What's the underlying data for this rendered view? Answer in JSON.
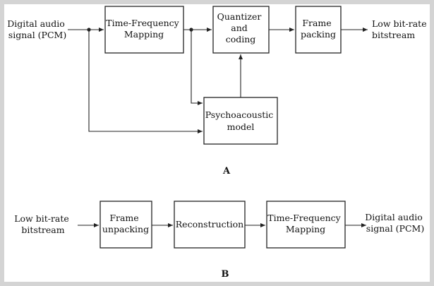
{
  "diagram_a": {
    "caption": "A",
    "input": [
      "Digital audio",
      "signal (PCM)"
    ],
    "output": [
      "Low bit-rate",
      "bitstream"
    ],
    "blocks": {
      "tf_mapping": [
        "Time-Frequency",
        "Mapping"
      ],
      "quantizer": [
        "Quantizer",
        "and",
        "coding"
      ],
      "frame_packing": [
        "Frame",
        "packing"
      ],
      "psychoacoustic": [
        "Psychoacoustic",
        "model"
      ]
    }
  },
  "diagram_b": {
    "caption": "B",
    "input": [
      "Low bit-rate",
      "bitstream"
    ],
    "output": [
      "Digital audio",
      "signal (PCM)"
    ],
    "blocks": {
      "frame_unpacking": [
        "Frame",
        "unpacking"
      ],
      "reconstruction": [
        "Reconstruction"
      ],
      "tf_mapping": [
        "Time-Frequency",
        "Mapping"
      ]
    }
  }
}
